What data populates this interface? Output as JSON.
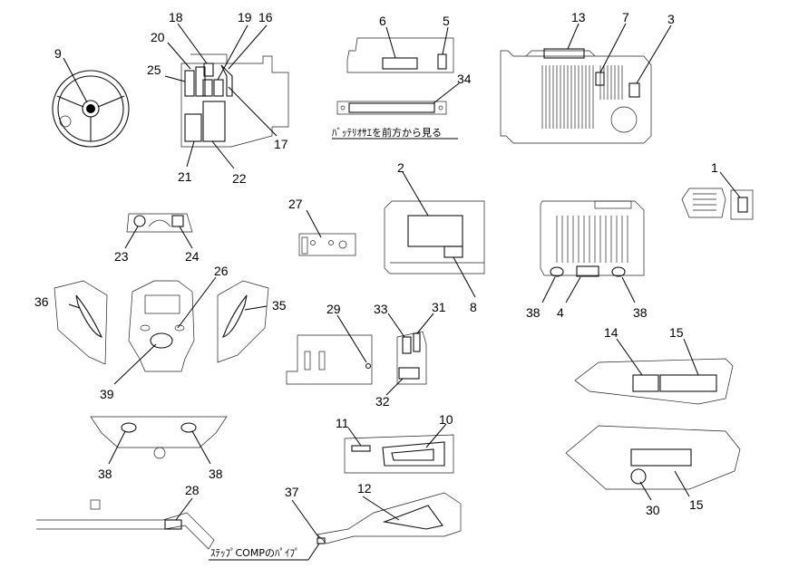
{
  "callouts": {
    "c1": "1",
    "c2": "2",
    "c3": "3",
    "c4": "4",
    "c5": "5",
    "c6": "6",
    "c7": "7",
    "c8": "8",
    "c9": "9",
    "c10": "10",
    "c11": "11",
    "c12": "12",
    "c13": "13",
    "c14": "14",
    "c15a": "15",
    "c15b": "15",
    "c16": "16",
    "c17": "17",
    "c18": "18",
    "c19": "19",
    "c20": "20",
    "c21": "21",
    "c22": "22",
    "c23": "23",
    "c24": "24",
    "c25": "25",
    "c26": "26",
    "c27": "27",
    "c28": "28",
    "c29": "29",
    "c30": "30",
    "c31": "31",
    "c32": "32",
    "c33": "33",
    "c34": "34",
    "c35": "35",
    "c36": "36",
    "c37": "37",
    "c38a": "38",
    "c38b": "38",
    "c38c": "38",
    "c38d": "38",
    "c39": "39"
  },
  "captions": {
    "battery_view": "ﾊﾞｯﾃﾘｵｻｴを前方から見る",
    "step_pipe": "ｽﾃｯﾌﾟCOMPのﾊﾟｲﾌﾟ"
  }
}
